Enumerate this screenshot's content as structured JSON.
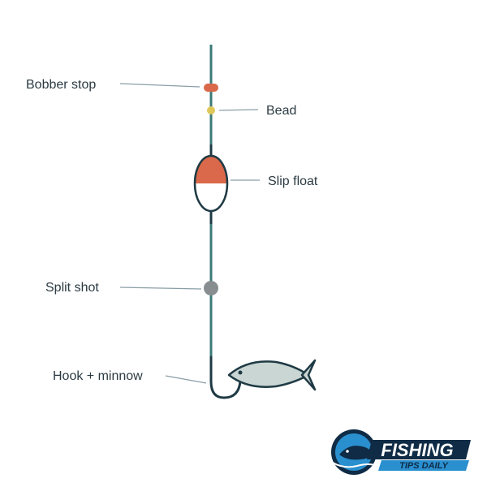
{
  "labels": {
    "bobber_stop": "Bobber stop",
    "bead": "Bead",
    "slip_float": "Slip float",
    "split_shot": "Split shot",
    "hook_minnow": "Hook + minnow"
  },
  "logo": {
    "line1": "FISHING",
    "line2": "TIPS DAILY"
  },
  "colors": {
    "line": "#3d7a78",
    "bobber_stop": "#d9694a",
    "bead": "#e0c75a",
    "float_top": "#d9694a",
    "split_shot": "#888e90",
    "hook": "#1f3a44",
    "minnow": "#c9d6d3",
    "leader": "#8a9ea6",
    "text": "#2b3a42",
    "logo_blue": "#2a8fcf",
    "logo_dark": "#0f2b45"
  }
}
